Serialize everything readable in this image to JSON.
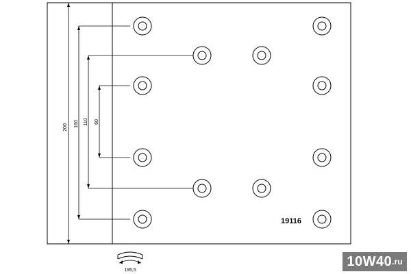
{
  "drawing": {
    "part_number": "19116",
    "dimensions": {
      "d200": "200",
      "d160": "160",
      "d110": "110",
      "d60": "60",
      "arc": "195,5"
    },
    "line_color": "#000000"
  },
  "watermark": {
    "prefix": "10",
    "main": "W40",
    "suffix": ".ru",
    "background": "#7a7a7a"
  }
}
